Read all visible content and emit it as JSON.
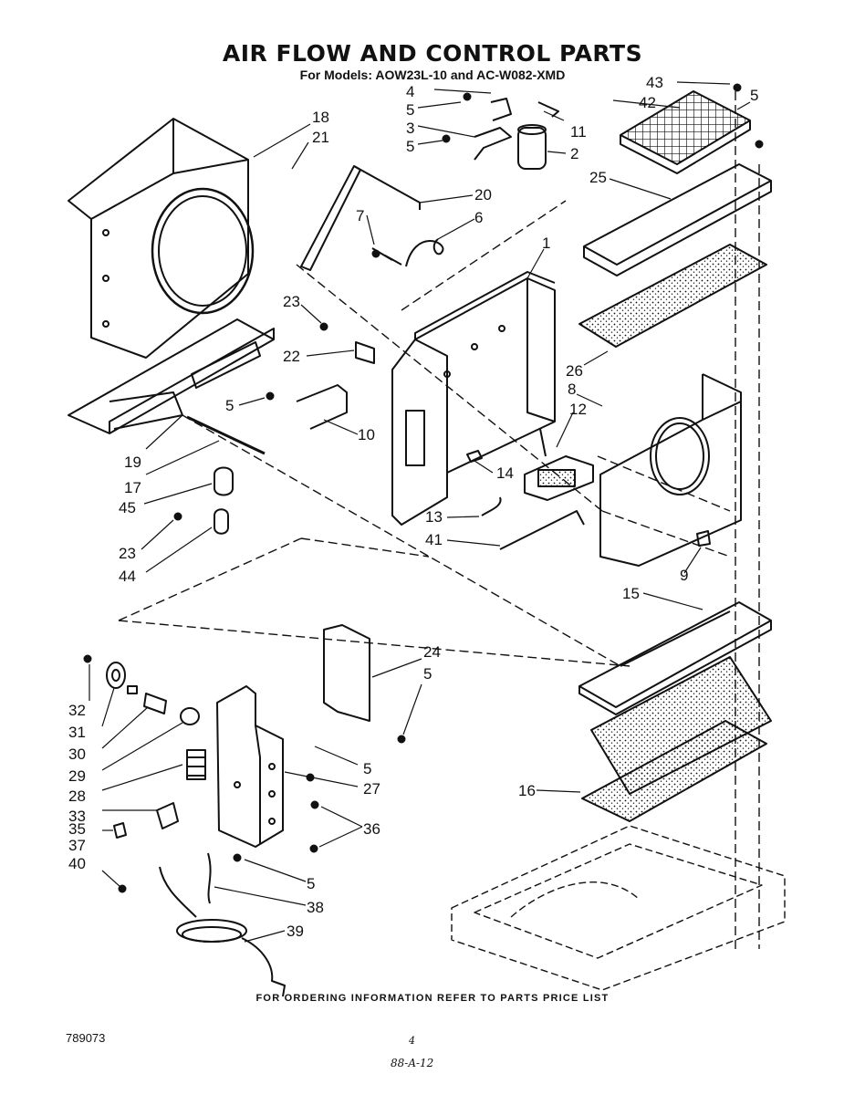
{
  "title": "AIR FLOW AND CONTROL PARTS",
  "subtitle": "For Models: AOW23L-10 and AC-W082-XMD",
  "footer": "FOR ORDERING INFORMATION REFER TO PARTS PRICE LIST",
  "doc_number": "789073",
  "page_number": "4",
  "handwritten": "88-A-12",
  "labels": [
    {
      "id": "43",
      "text": "43"
    },
    {
      "id": "4",
      "text": "4"
    },
    {
      "id": "42",
      "text": "42"
    },
    {
      "id": "5a",
      "text": "5"
    },
    {
      "id": "5b",
      "text": "5"
    },
    {
      "id": "11",
      "text": "11"
    },
    {
      "id": "3",
      "text": "3"
    },
    {
      "id": "5c",
      "text": "5"
    },
    {
      "id": "2",
      "text": "2"
    },
    {
      "id": "18",
      "text": "18"
    },
    {
      "id": "21",
      "text": "21"
    },
    {
      "id": "25",
      "text": "25"
    },
    {
      "id": "20",
      "text": "20"
    },
    {
      "id": "7",
      "text": "7"
    },
    {
      "id": "6",
      "text": "6"
    },
    {
      "id": "1",
      "text": "1"
    },
    {
      "id": "23a",
      "text": "23"
    },
    {
      "id": "22",
      "text": "22"
    },
    {
      "id": "26",
      "text": "26"
    },
    {
      "id": "8",
      "text": "8"
    },
    {
      "id": "5d",
      "text": "5"
    },
    {
      "id": "12",
      "text": "12"
    },
    {
      "id": "10",
      "text": "10"
    },
    {
      "id": "19",
      "text": "19"
    },
    {
      "id": "14",
      "text": "14"
    },
    {
      "id": "17",
      "text": "17"
    },
    {
      "id": "45",
      "text": "45"
    },
    {
      "id": "13",
      "text": "13"
    },
    {
      "id": "41",
      "text": "41"
    },
    {
      "id": "23b",
      "text": "23"
    },
    {
      "id": "44",
      "text": "44"
    },
    {
      "id": "9",
      "text": "9"
    },
    {
      "id": "15",
      "text": "15"
    },
    {
      "id": "24",
      "text": "24"
    },
    {
      "id": "5e",
      "text": "5"
    },
    {
      "id": "32",
      "text": "32"
    },
    {
      "id": "31",
      "text": "31"
    },
    {
      "id": "30",
      "text": "30"
    },
    {
      "id": "5f",
      "text": "5"
    },
    {
      "id": "29",
      "text": "29"
    },
    {
      "id": "27",
      "text": "27"
    },
    {
      "id": "28",
      "text": "28"
    },
    {
      "id": "16",
      "text": "16"
    },
    {
      "id": "33",
      "text": "33"
    },
    {
      "id": "35",
      "text": "35"
    },
    {
      "id": "36",
      "text": "36"
    },
    {
      "id": "37",
      "text": "37"
    },
    {
      "id": "40",
      "text": "40"
    },
    {
      "id": "5g",
      "text": "5"
    },
    {
      "id": "38",
      "text": "38"
    },
    {
      "id": "39",
      "text": "39"
    }
  ]
}
